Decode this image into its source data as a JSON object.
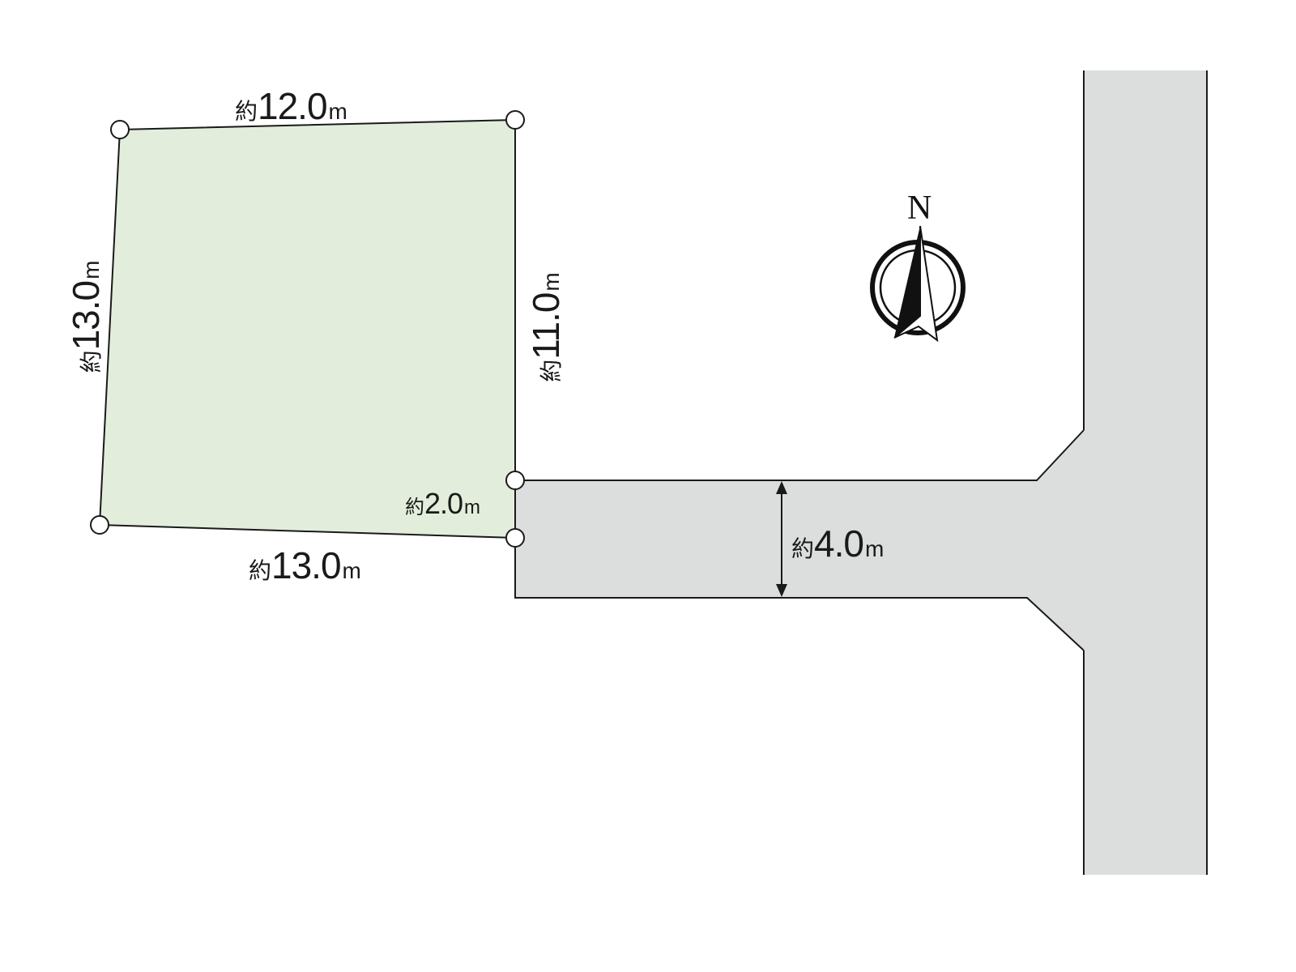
{
  "colors": {
    "plot_fill": "#e2eedb",
    "road_fill": "#dcdedd",
    "line": "#1a1a1a"
  },
  "compass": {
    "label": "N",
    "icon": "north-arrow-icon"
  },
  "dimensions": {
    "top": {
      "prefix": "約",
      "value": "12.0",
      "unit": "m"
    },
    "left": {
      "prefix": "約",
      "value": "13.0",
      "unit": "m"
    },
    "right": {
      "prefix": "約",
      "value": "11.0",
      "unit": "m"
    },
    "bottom": {
      "prefix": "約",
      "value": "13.0",
      "unit": "m"
    },
    "frontage": {
      "prefix": "約",
      "value": "2.0",
      "unit": "m"
    },
    "road_width": {
      "prefix": "約",
      "value": "4.0",
      "unit": "m"
    }
  }
}
